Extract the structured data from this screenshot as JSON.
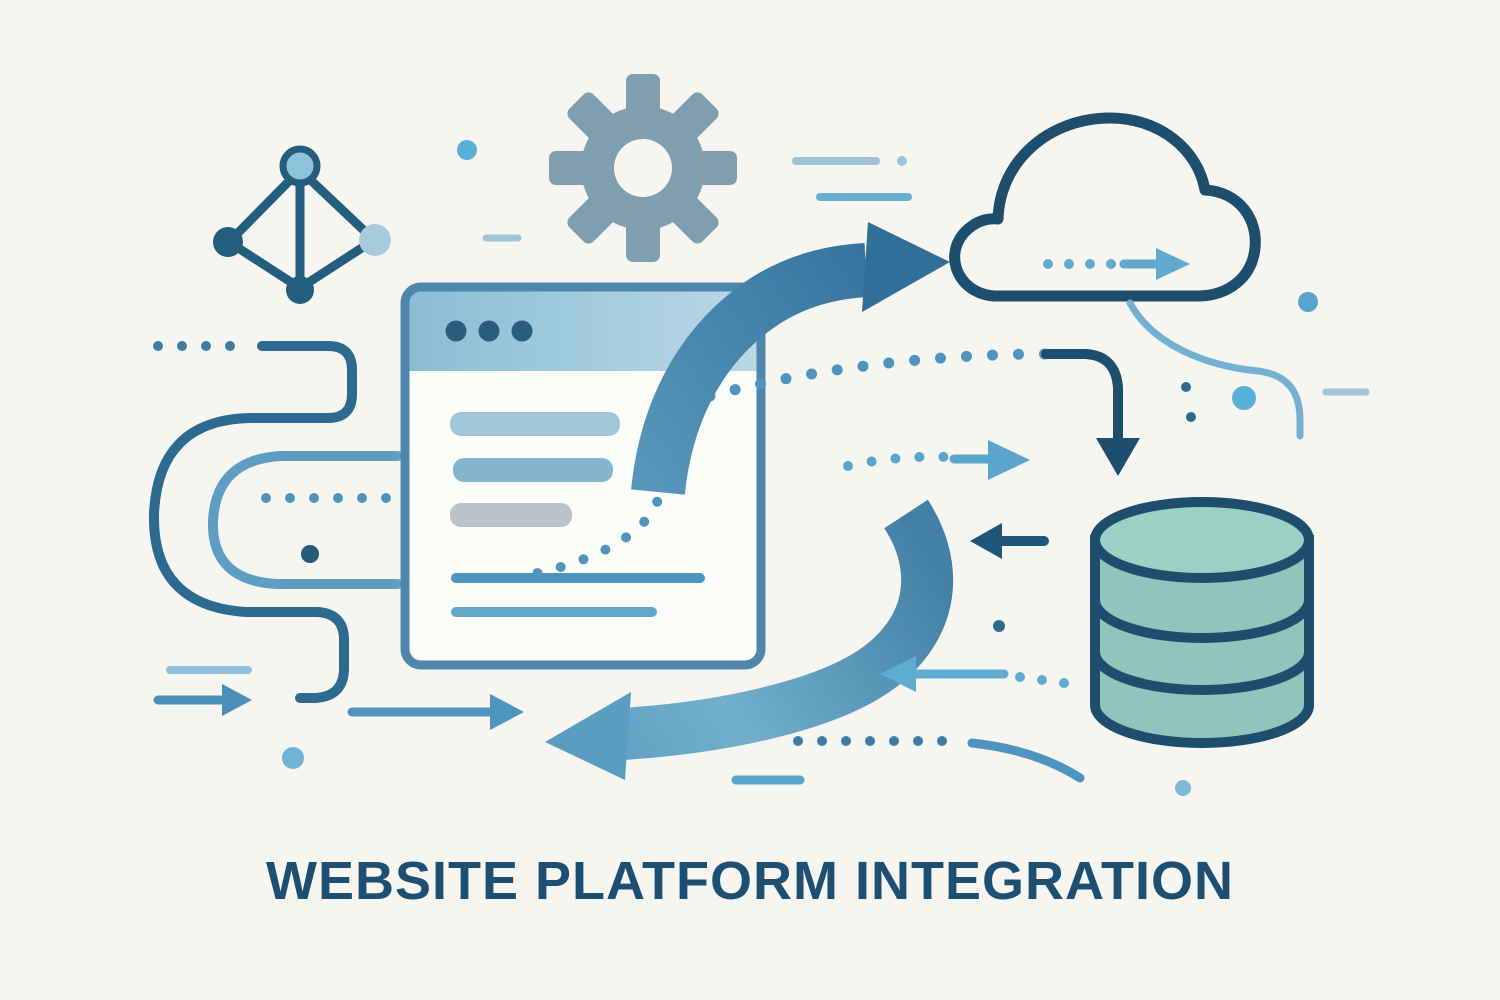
{
  "illustration": {
    "title": "WEBSITE PLATFORM INTEGRATION",
    "palette": {
      "background": "#f7f5f0",
      "navy": "#1d4e6e",
      "deep_blue": "#2d6a90",
      "blue": "#4d94bf",
      "light_blue": "#7db8d6",
      "pale_blue": "#9fc4d8",
      "sky_blue": "#58b0d6",
      "steel_gray": "#7f9fb0",
      "bar_gray": "#b9c4c9",
      "teal": "#8fc5ba",
      "teal_light": "#9dd0c4",
      "title_color": "#1d4f73"
    },
    "icons": [
      "network-nodes-icon",
      "gear-icon",
      "cloud-icon",
      "browser-window-icon",
      "database-icon",
      "sync-swoosh-up-arrow-icon",
      "sync-swoosh-down-arrow-icon",
      "dotted-flow-paths",
      "directional-arrows"
    ]
  }
}
